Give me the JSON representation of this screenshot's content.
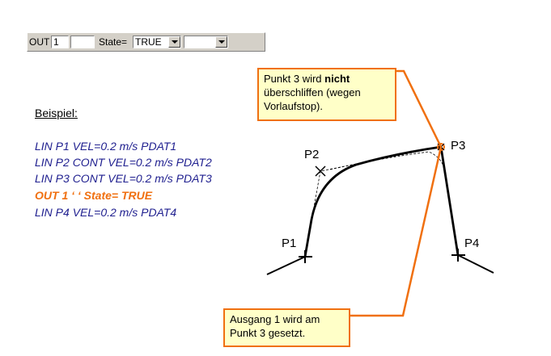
{
  "toolbar": {
    "out_label": "OUT",
    "out_number": "1",
    "out_text": "",
    "state_label": "State=",
    "state_value": "TRUE",
    "extra_value": ""
  },
  "example": {
    "heading": "Beispiel:",
    "lines": [
      "LIN P1 VEL=0.2 m/s PDAT1",
      "LIN P2 CONT VEL=0.2 m/s PDAT2",
      "LIN P3 CONT VEL=0.2 m/s PDAT3",
      "OUT 1 ‘ ‘ State= TRUE",
      "LIN P4 VEL=0.2 m/s PDAT4"
    ],
    "highlight_color": "#f07010",
    "code_color": "#1f1f8f"
  },
  "callout_top": {
    "line1_prefix": "Punkt 3 wird ",
    "line1_bold": "nicht",
    "line2": "überschliffen (wegen",
    "line3": "Vorlaufstop)."
  },
  "callout_bottom": {
    "line1": "Ausgang 1 wird am",
    "line2": "Punkt 3 gesetzt."
  },
  "points": {
    "p1": "P1",
    "p2": "P2",
    "p3": "P3",
    "p4": "P4"
  }
}
